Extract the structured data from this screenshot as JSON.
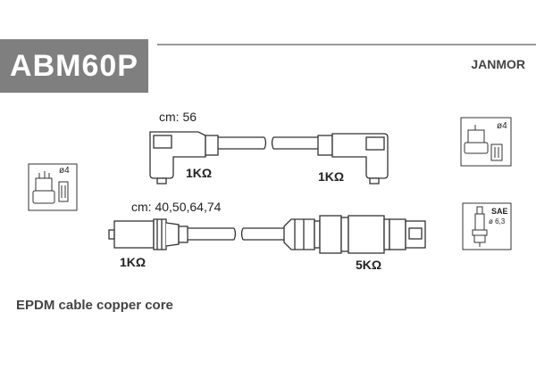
{
  "header": {
    "part_number": "ABM60P",
    "brand": "JANMOR"
  },
  "cable_top": {
    "length": "cm: 56",
    "resistance_left": "1KΩ",
    "resistance_right": "1KΩ"
  },
  "cable_bottom": {
    "lengths": "cm: 40,50,64,74",
    "resistance_left": "1KΩ",
    "resistance_right": "5KΩ"
  },
  "distributor_left": {
    "diameter": "ø4"
  },
  "coil_right": {
    "diameter": "ø4"
  },
  "spark_plug": {
    "standard": "SAE",
    "diameter": "ø 6,3"
  },
  "footer": {
    "description": "EPDM cable copper core"
  },
  "colors": {
    "badge": "#7f7f7f",
    "line": "#333333"
  }
}
